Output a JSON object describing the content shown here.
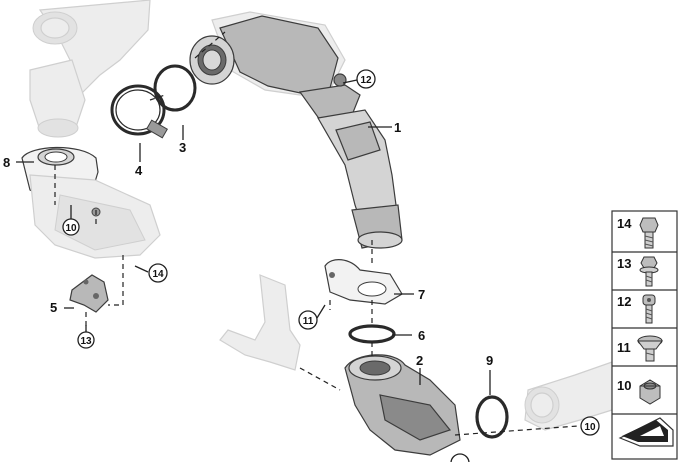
{
  "callouts": [
    {
      "id": "c1",
      "text": "1"
    },
    {
      "id": "c2",
      "text": "2"
    },
    {
      "id": "c3",
      "text": "3"
    },
    {
      "id": "c4",
      "text": "4"
    },
    {
      "id": "c5",
      "text": "5"
    },
    {
      "id": "c6",
      "text": "6"
    },
    {
      "id": "c7",
      "text": "7"
    },
    {
      "id": "c8",
      "text": "8"
    },
    {
      "id": "c9",
      "text": "9"
    },
    {
      "id": "c10a",
      "text": "10"
    },
    {
      "id": "c10b",
      "text": "10"
    },
    {
      "id": "c11",
      "text": "11"
    },
    {
      "id": "c12",
      "text": "12"
    },
    {
      "id": "c13",
      "text": "13"
    },
    {
      "id": "c14",
      "text": "14"
    }
  ],
  "legend": [
    {
      "label": "14",
      "icon": "hex-bolt-icon"
    },
    {
      "label": "13",
      "icon": "hex-flange-bolt-icon"
    },
    {
      "label": "12",
      "icon": "torx-screw-icon"
    },
    {
      "label": "11",
      "icon": "flat-head-screw-icon"
    },
    {
      "label": "10",
      "icon": "hex-nut-icon"
    }
  ],
  "legend_footer_icon": "arrow-pointer-icon",
  "colors": {
    "part": "#b8b8b8",
    "ghost": "#ededed",
    "line": "#222222"
  }
}
